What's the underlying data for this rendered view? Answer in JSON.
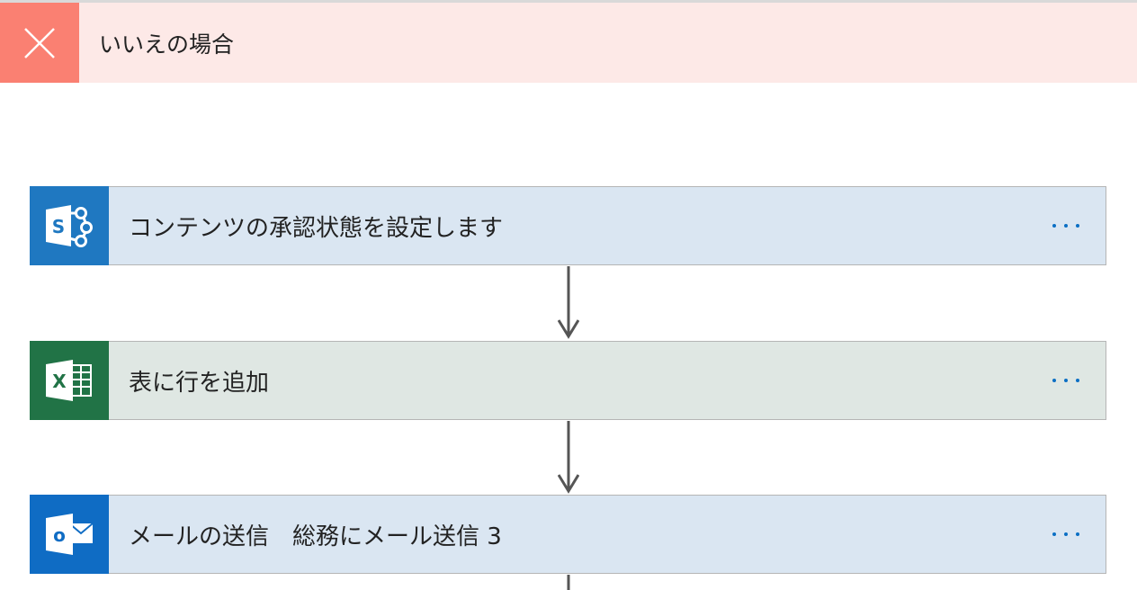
{
  "no_branch": {
    "title": "いいえの場合",
    "icon": "close-icon",
    "color": "#fa8072",
    "background": "#fde9e7"
  },
  "actions": [
    {
      "title": "コンテンツの承認状態を設定します",
      "icon": "sharepoint-icon",
      "color": "#1f78c1",
      "background": "#dae6f2"
    },
    {
      "title": "表に行を追加",
      "icon": "excel-icon",
      "color": "#217346",
      "background": "#dfe7e3"
    },
    {
      "title": "メールの送信　総務にメール送信 3",
      "icon": "outlook-icon",
      "color": "#0f6cc4",
      "background": "#dae6f2"
    }
  ],
  "more_menu_icon": "ellipsis-icon",
  "accent": "#0b6fc4"
}
